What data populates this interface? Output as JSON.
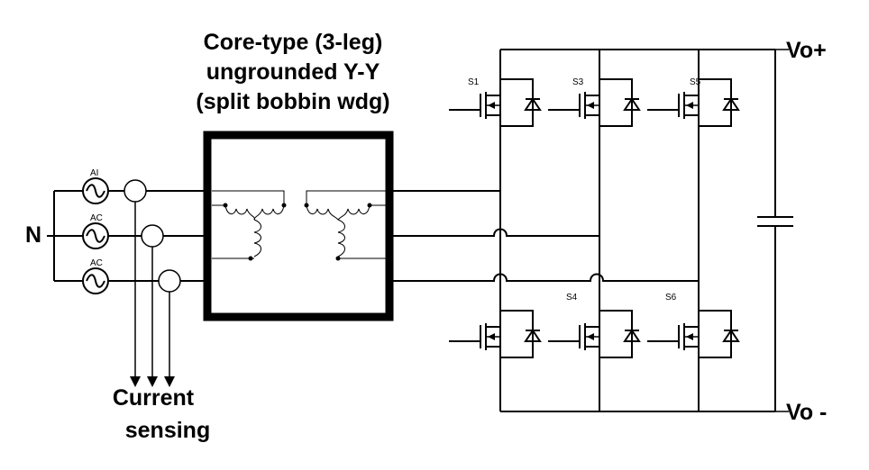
{
  "title_lines": [
    "Core-type (3-leg)",
    "ungrounded Y-Y",
    "(split bobbin wdg)"
  ],
  "labels": {
    "neutral": "N",
    "vo_plus": "Vo+",
    "vo_minus": "Vo -",
    "current_line1": "Current",
    "current_line2": "sensing"
  },
  "sources": [
    "AI",
    "AC",
    "AC"
  ],
  "switches": [
    "S1",
    "S3",
    "S5",
    "S4",
    "S6"
  ]
}
